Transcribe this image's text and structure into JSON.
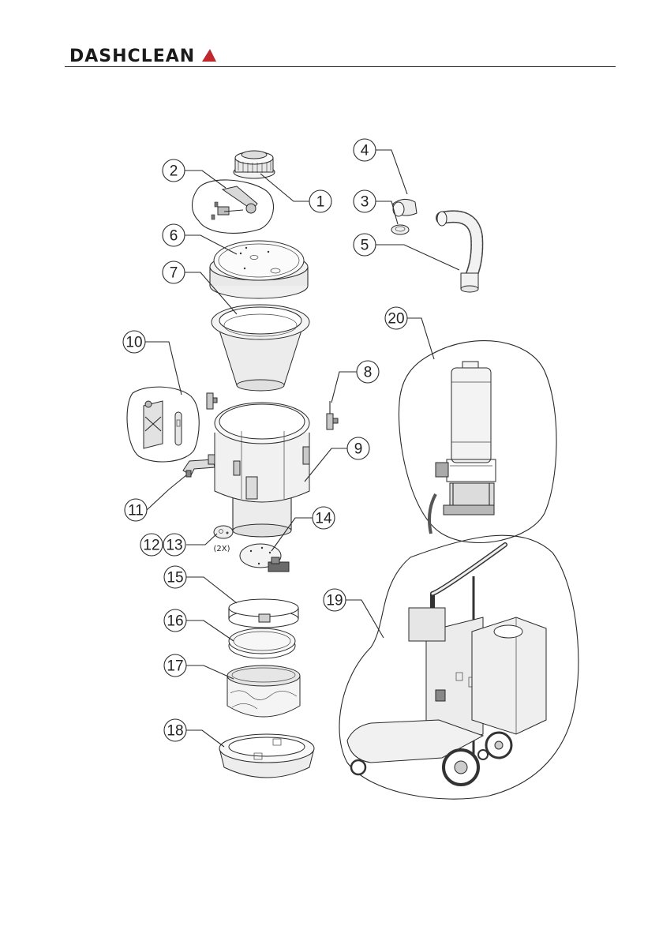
{
  "header": {
    "brand": "DASHCLEAN",
    "brand_color": "#1a1a1a",
    "accent_color": "#c0282d"
  },
  "callouts": [
    {
      "id": "1",
      "label": "1"
    },
    {
      "id": "2",
      "label": "2"
    },
    {
      "id": "3",
      "label": "3"
    },
    {
      "id": "4",
      "label": "4"
    },
    {
      "id": "5",
      "label": "5"
    },
    {
      "id": "6",
      "label": "6"
    },
    {
      "id": "7",
      "label": "7"
    },
    {
      "id": "8",
      "label": "8"
    },
    {
      "id": "9",
      "label": "9"
    },
    {
      "id": "10",
      "label": "10"
    },
    {
      "id": "11",
      "label": "11"
    },
    {
      "id": "12",
      "label": "12"
    },
    {
      "id": "13",
      "label": "13"
    },
    {
      "id": "14",
      "label": "14"
    },
    {
      "id": "15",
      "label": "15"
    },
    {
      "id": "16",
      "label": "16"
    },
    {
      "id": "17",
      "label": "17"
    },
    {
      "id": "18",
      "label": "18"
    },
    {
      "id": "19",
      "label": "19"
    },
    {
      "id": "20",
      "label": "20"
    }
  ],
  "notes": {
    "quantity": "(2X)"
  }
}
